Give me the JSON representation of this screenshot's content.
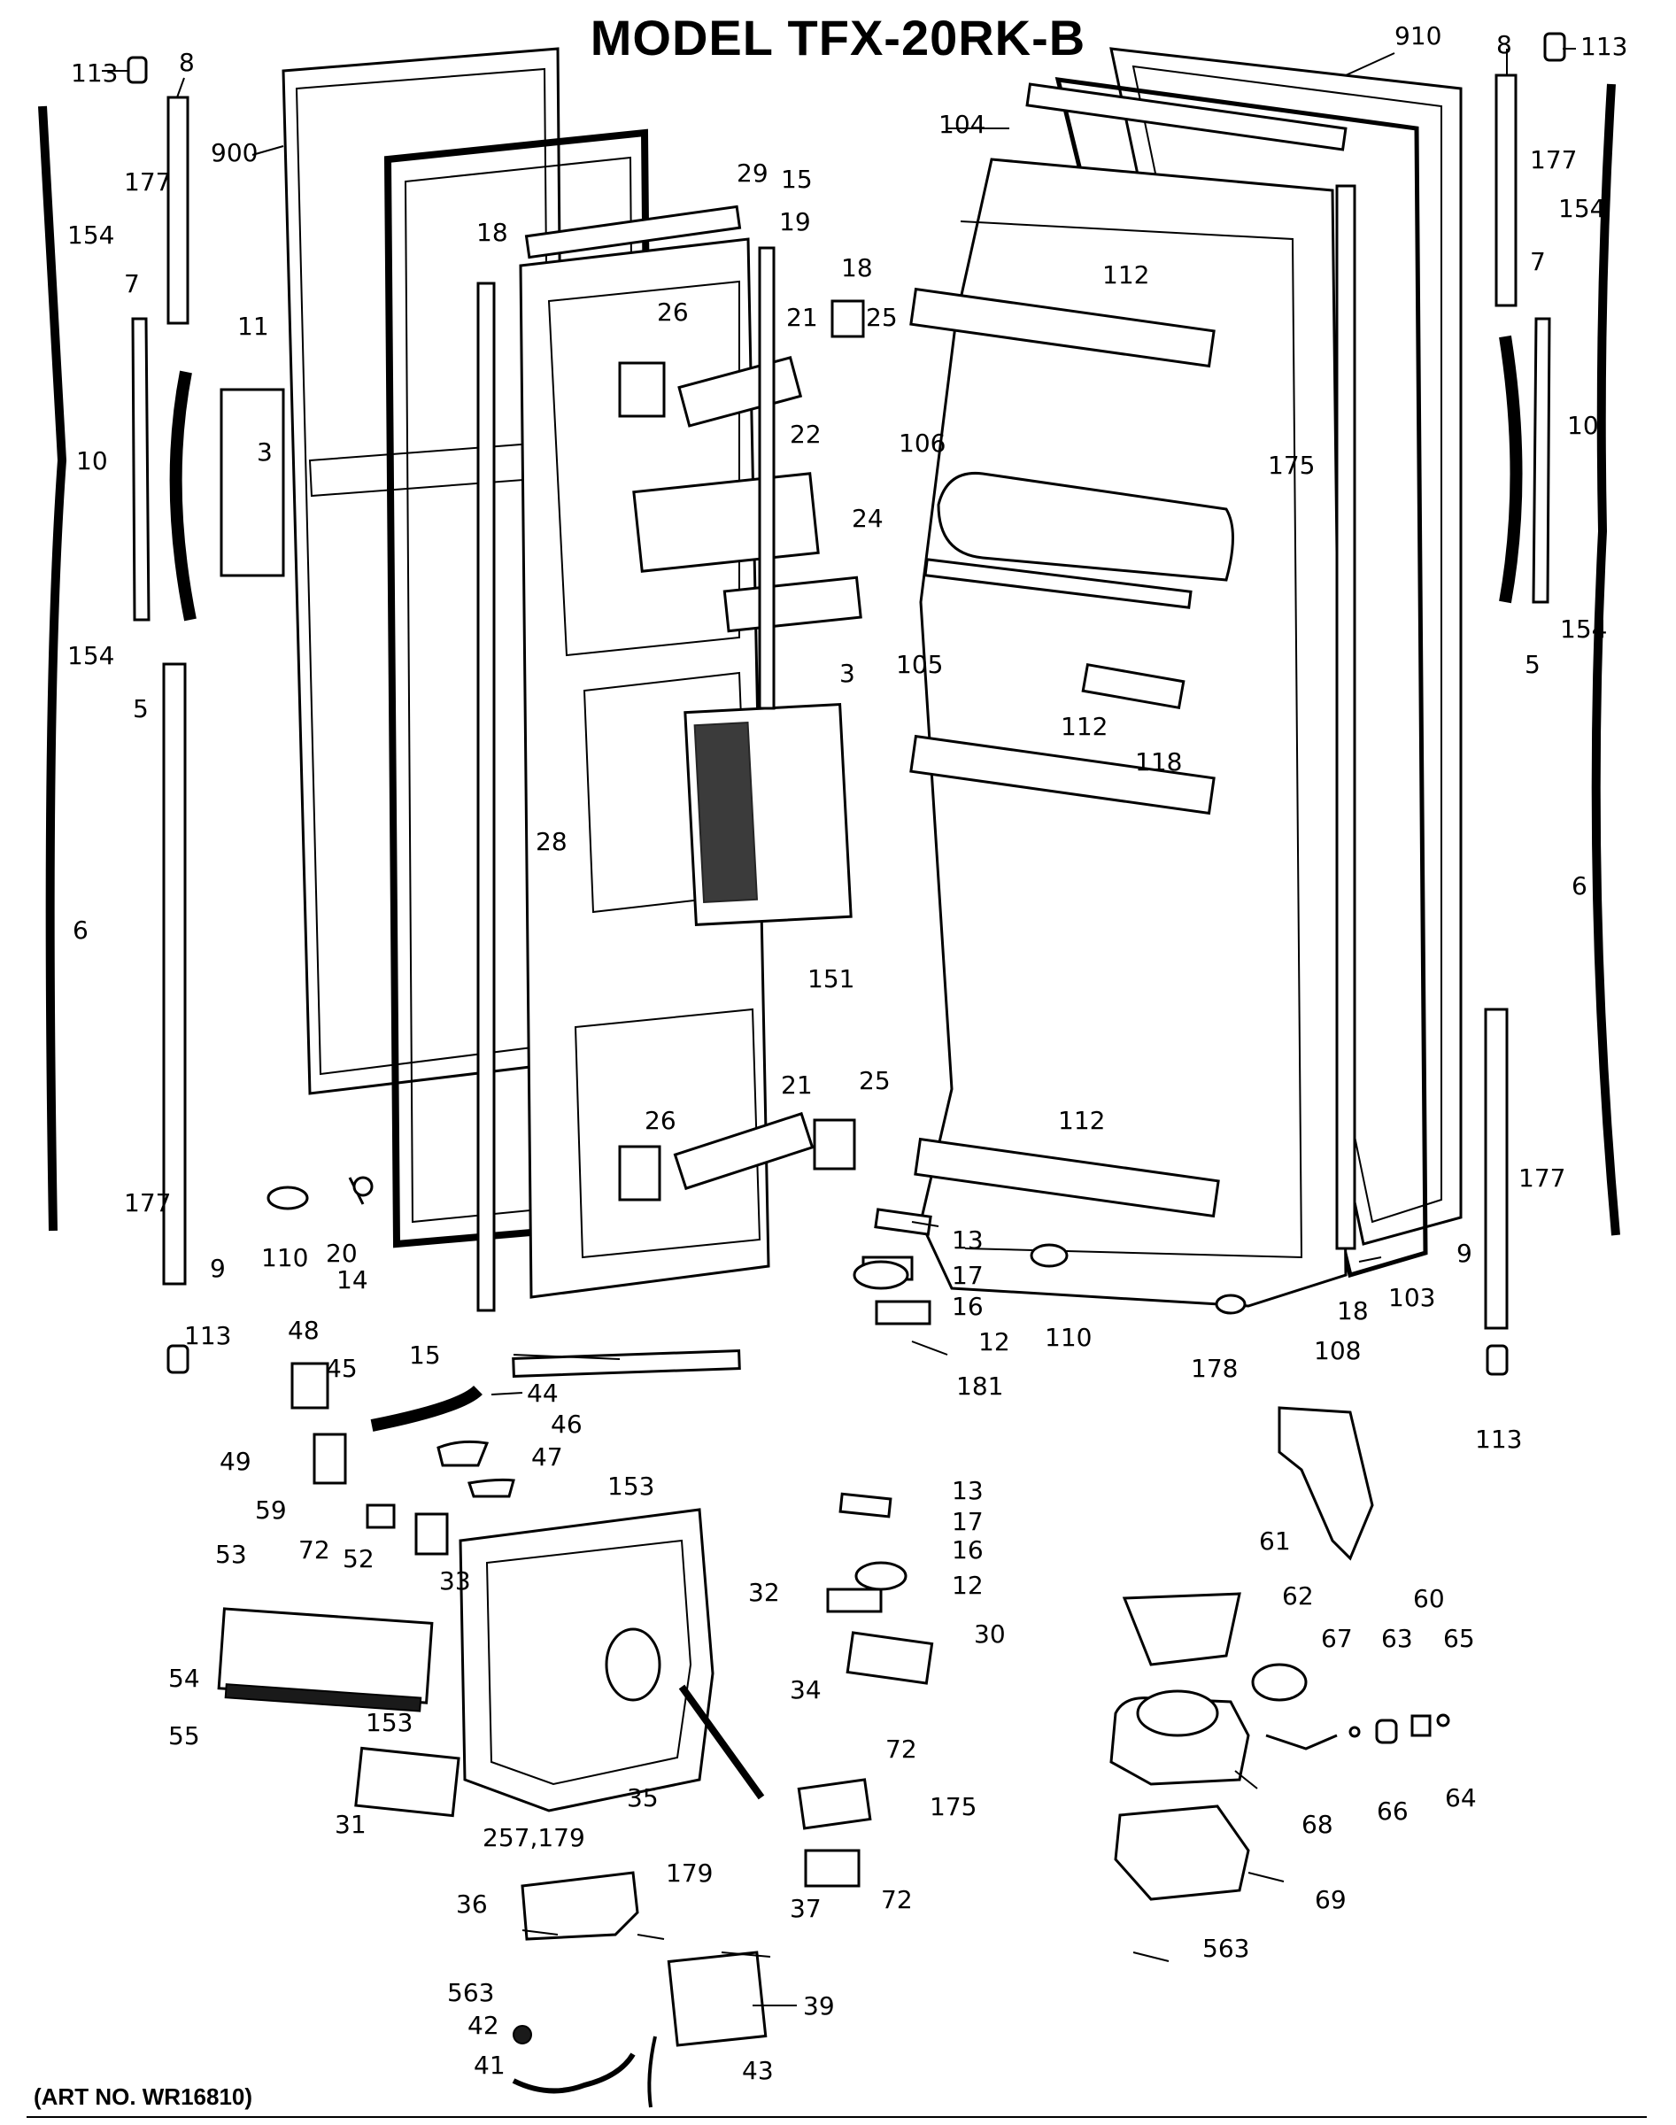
{
  "title": "MODEL TFX-20RK-B",
  "art_number": "(ART NO. WR16810)",
  "callouts": [
    "113",
    "8",
    "177",
    "900",
    "154",
    "7",
    "11",
    "3",
    "10",
    "5",
    "6",
    "9",
    "110",
    "20",
    "14",
    "18",
    "15",
    "29",
    "19",
    "26",
    "21",
    "25",
    "22",
    "24",
    "28",
    "151",
    "104",
    "910",
    "112",
    "106",
    "175",
    "105",
    "118",
    "13",
    "17",
    "16",
    "12",
    "181",
    "178",
    "108",
    "103",
    "48",
    "45",
    "44",
    "46",
    "47",
    "153",
    "49",
    "59",
    "72",
    "52",
    "53",
    "33",
    "32",
    "54",
    "55",
    "31",
    "35",
    "34",
    "30",
    "257,179",
    "179",
    "36",
    "37",
    "563",
    "42",
    "41",
    "43",
    "39",
    "61",
    "62",
    "67",
    "63",
    "65",
    "60",
    "68",
    "66",
    "64",
    "69"
  ]
}
